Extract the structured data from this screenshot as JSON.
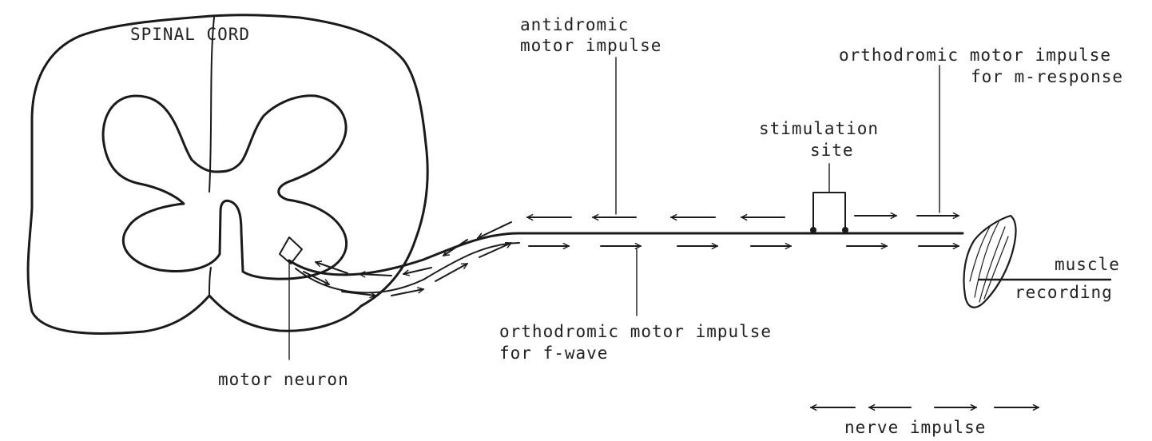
{
  "labels": {
    "spinal_cord": "SPINAL CORD",
    "antidromic_line1": "antidromic",
    "antidromic_line2": "motor impulse",
    "orthodromic_m_line1": "orthodromic motor impulse",
    "orthodromic_m_line2": "for m-response",
    "stimulation_line1": "stimulation",
    "stimulation_line2": "site",
    "orthodromic_f_line1": "orthodromic motor impulse",
    "orthodromic_f_line2": "for f-wave",
    "motor_neuron": "motor neuron",
    "muscle": "muscle",
    "recording": "recording",
    "legend_nerve_impulse": "nerve impulse"
  }
}
